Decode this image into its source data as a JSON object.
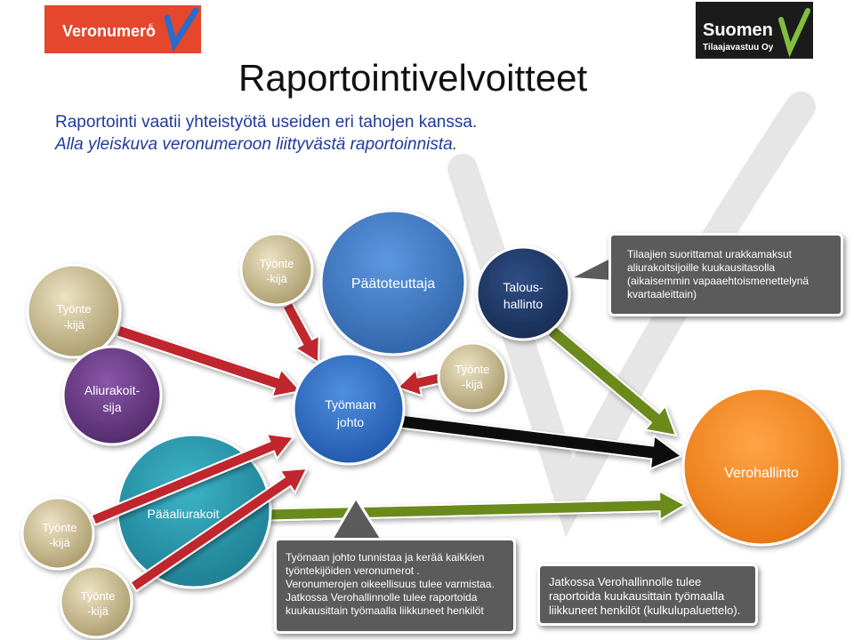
{
  "header": {
    "logo_left_text": "Veronumero",
    "logo_left_suffix": "fi",
    "logo_right_line1": "Suomen",
    "logo_right_line2": "Tilaajavastuu Oy",
    "title": "Raportointivelvoitteet",
    "subtitle1": "Raportointi vaatii yhteistyötä useiden eri tahojen kanssa.",
    "subtitle2": "Alla yleiskuva veronumeroon liittyvästä raportoinnista."
  },
  "nodes": {
    "worker_left_top": {
      "line1": "Työnte",
      "line2": "-kijä"
    },
    "worker_top": {
      "line1": "Työnte",
      "line2": "-kijä"
    },
    "client": {
      "label": "Päätoteuttaja"
    },
    "finance": {
      "line1": "Talous-",
      "line2": "hallinto"
    },
    "subcontractor": {
      "line1": "Aliurakoit-",
      "line2": "sija"
    },
    "site_management": {
      "line1": "Työmaan",
      "line2": "johto"
    },
    "worker_mid": {
      "line1": "Työnte",
      "line2": "-kijä"
    },
    "tax_admin": {
      "label": "Verohallinto"
    },
    "main_contractor": {
      "label": "Pääaliurakoit"
    },
    "worker_bottom_left": {
      "line1": "Työnte",
      "line2": "-kijä"
    },
    "worker_bottom": {
      "line1": "Työnte",
      "line2": "-kijä"
    }
  },
  "callouts": {
    "finance_note": [
      "Tilaajien suorittamat urakkamaksut",
      "aliurakoitsijoille kuukausitasolla",
      "(aikaisemmin vapaaehtoismenettelynä",
      "kvartaaleittain)"
    ],
    "site_note": [
      "Työmaan johto tunnistaa ja kerää kaikkien",
      "työntekijöiden veronumerot .",
      "Veronumerojen oikeellisuus tulee varmistaa.",
      "Jatkossa Verohallinnolle tulee raportoida",
      "kuukausittain työmaalla liikkuneet henkilöt"
    ],
    "tax_note": [
      "Jatkossa Verohallinnolle tulee",
      "raportoida kuukausittain työmaalla",
      "liikkuneet henkilöt (kulkulupaluettelo)."
    ]
  },
  "colors": {
    "worker_gold": "#c9bb90",
    "client_blue": "#3f7cc8",
    "finance_navy": "#1f3864",
    "subcontractor_purple": "#6a3a86",
    "site_blue": "#2a6bc9",
    "tax_orange": "#f5861f",
    "main_teal": "#2a97ac",
    "arrow_red": "#c0282d",
    "arrow_green": "#6a8a1e",
    "arrow_black": "#111111",
    "callout_gray": "#5b5b5b",
    "subtitle_blue": "#1f3a9c",
    "logo_red": "#e4472c"
  }
}
